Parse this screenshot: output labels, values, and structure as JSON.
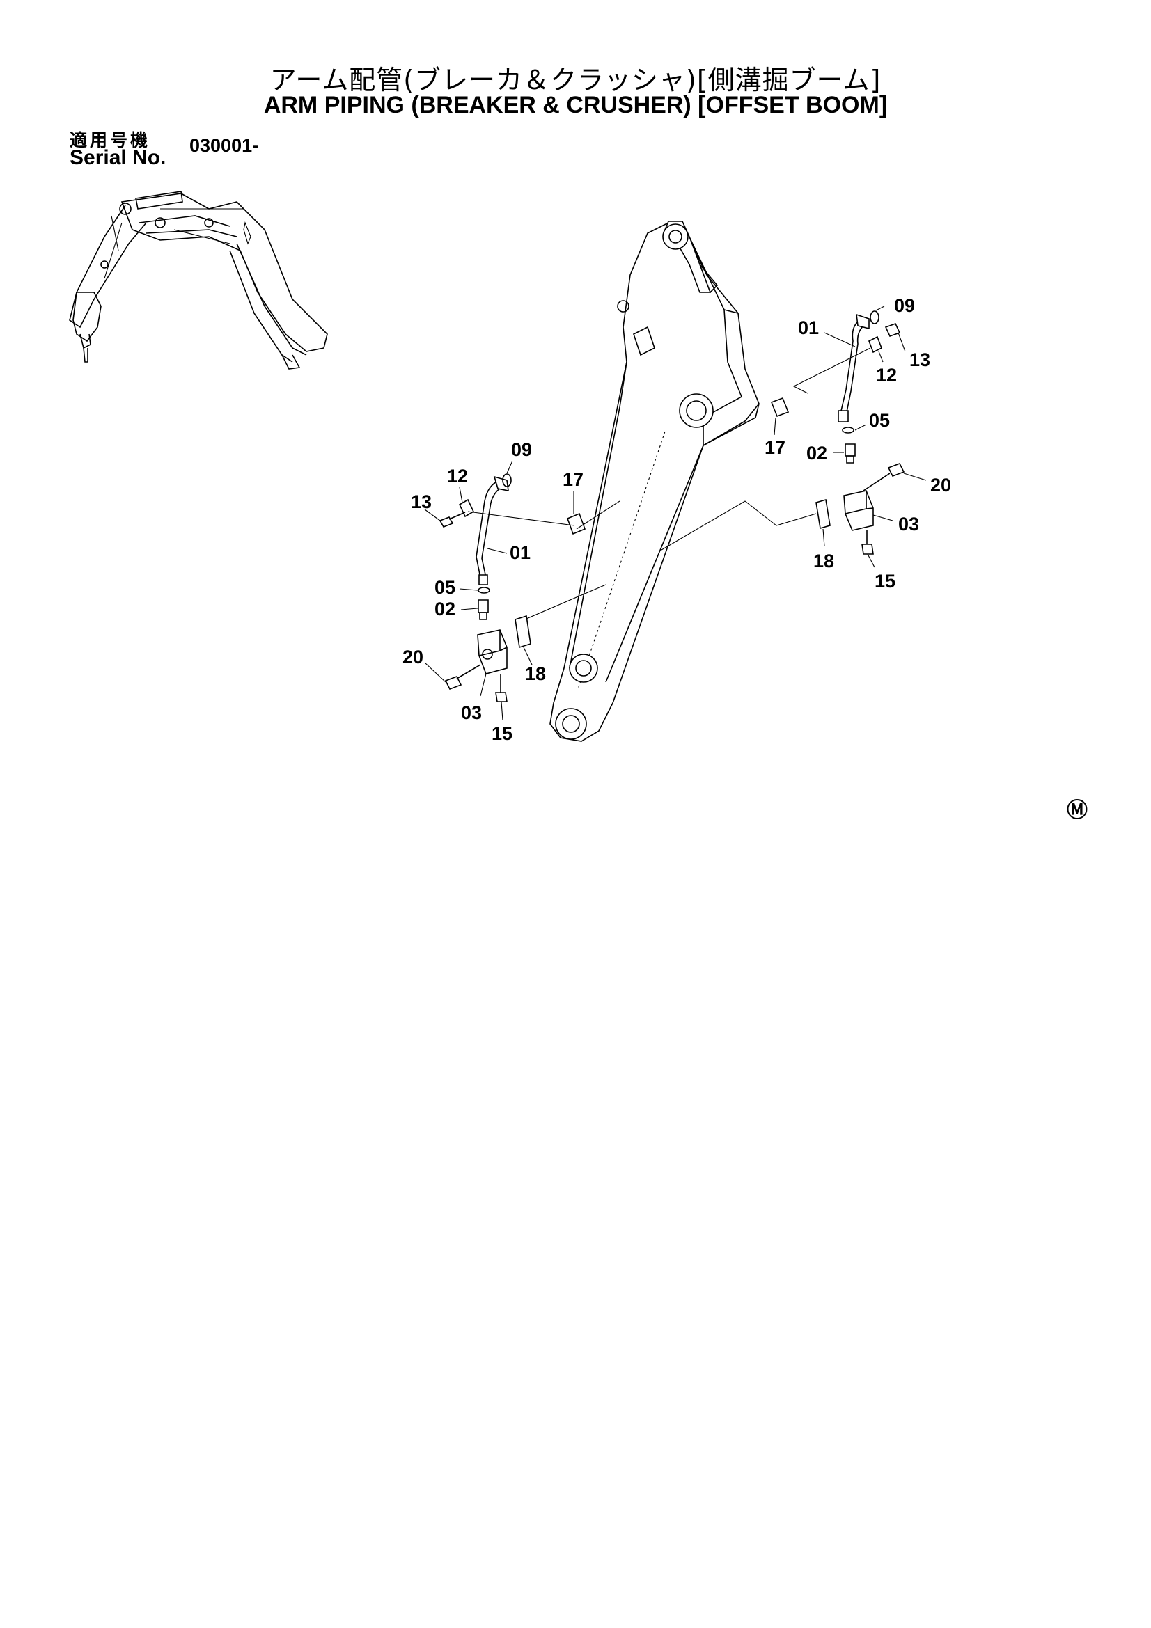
{
  "header": {
    "title_jp": "アーム配管(ブレーカ＆クラッシャ)[側溝掘ブーム]",
    "title_en": "ARM PIPING (BREAKER & CRUSHER) [OFFSET BOOM]"
  },
  "serial": {
    "label_jp": "適用号機",
    "label_en": "Serial No.",
    "value": "030001-"
  },
  "callouts": {
    "left": {
      "p09": "09",
      "p12": "12",
      "p13": "13",
      "p17": "17",
      "p01": "01",
      "p05": "05",
      "p02": "02",
      "p20": "20",
      "p18": "18",
      "p03": "03",
      "p15": "15"
    },
    "right": {
      "p01": "01",
      "p09": "09",
      "p13": "13",
      "p12": "12",
      "p05": "05",
      "p17": "17",
      "p02": "02",
      "p20": "20",
      "p03": "03",
      "p18": "18",
      "p15": "15"
    }
  },
  "mark": "Ⓜ",
  "icons": [
    "excavator-overview-illustration",
    "arm-assembly-drawing"
  ]
}
